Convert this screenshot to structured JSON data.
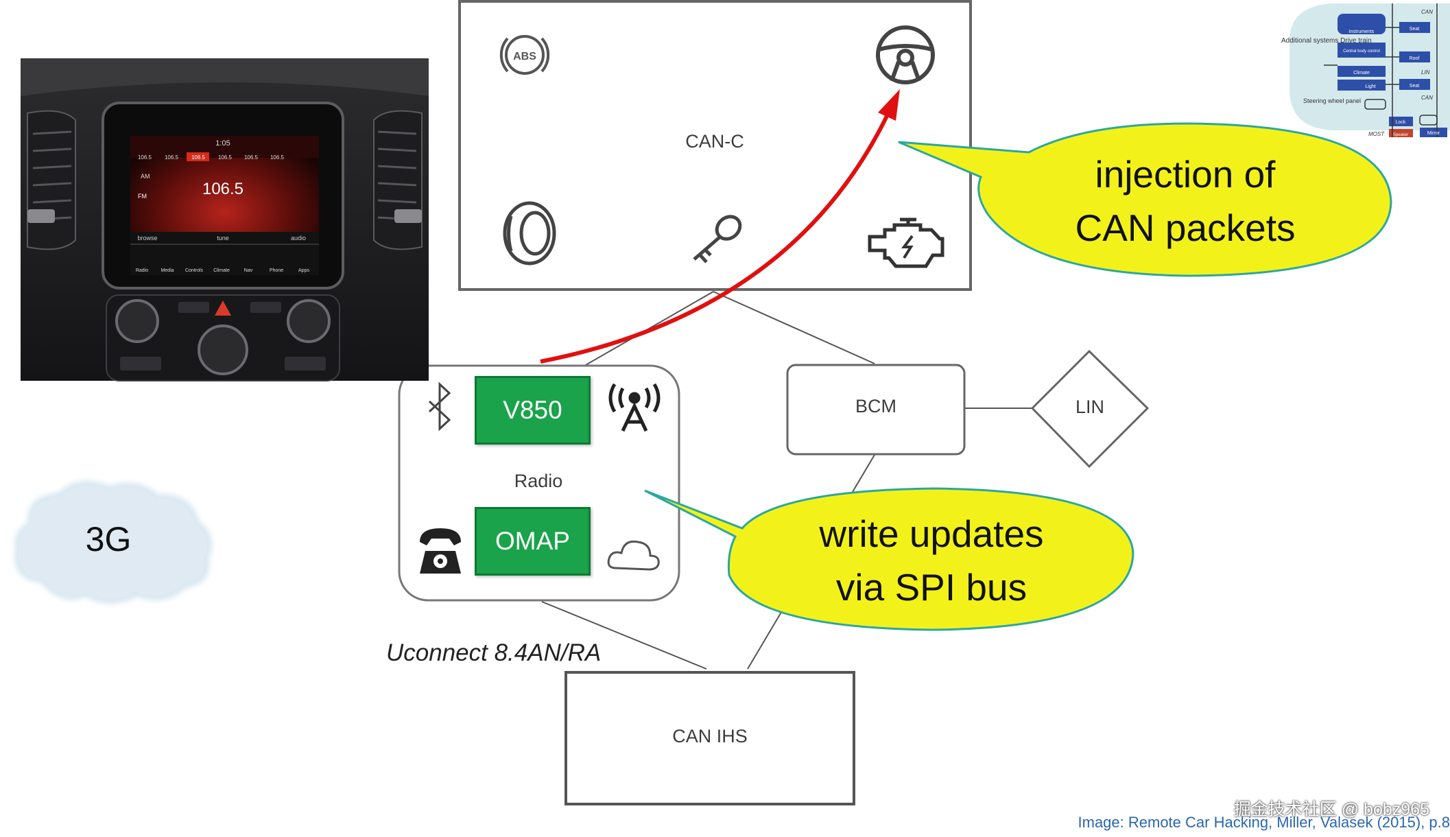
{
  "can_c": {
    "label": "CAN-C",
    "icons": [
      "abs-icon",
      "steering-wheel-icon",
      "tire-icon",
      "key-icon",
      "engine-warning-icon"
    ]
  },
  "radio": {
    "label": "Radio",
    "chips": [
      "V850",
      "OMAP"
    ],
    "chip_color": "#1aa34a",
    "icons": [
      "bluetooth-icon",
      "antenna-icon",
      "telephone-icon",
      "cloud-icon"
    ]
  },
  "bcm": {
    "label": "BCM"
  },
  "lin": {
    "label": "LIN"
  },
  "can_ihs": {
    "label": "CAN IHS"
  },
  "cloud_3g": {
    "label": "3G"
  },
  "device_caption": "Uconnect 8.4AN/RA",
  "callouts": {
    "top": {
      "line1": "injection of",
      "line2": "CAN packets"
    },
    "bottom": {
      "line1": "write updates",
      "line2": "via SPI bus"
    },
    "fill": "#f2f21a"
  },
  "arrow_color": "#e01010",
  "head_unit_photo": {
    "clock": "1:05",
    "presets": [
      "106.5",
      "106.5",
      "106.5",
      "106.5",
      "106.5",
      "106.5"
    ],
    "station": "106.5",
    "bands": [
      "AM",
      "FM"
    ],
    "controls": [
      "browse",
      "tune",
      "audio"
    ],
    "apps": [
      "Radio",
      "Media",
      "Controls",
      "Climate",
      "Nav",
      "Phone",
      "Apps"
    ]
  },
  "network_thumbnail": {
    "labels": [
      "Additional systems Drive train",
      "Instruments",
      "Central body control",
      "Climate",
      "Light",
      "Steering wheel panel",
      "Seat",
      "Roof",
      "Seat",
      "Lock",
      "Mirror",
      "Speaker",
      "CAN",
      "LIN",
      "CAN",
      "MOST"
    ]
  },
  "watermark": "掘金技术社区 @ bobz965",
  "credit": "Image: Remote Car Hacking, Miller, Valasek (2015), p.8"
}
